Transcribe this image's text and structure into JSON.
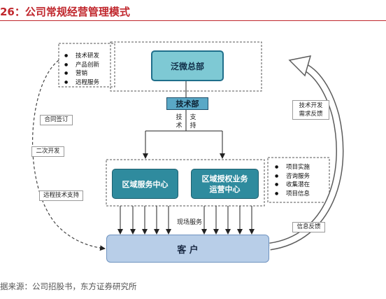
{
  "figure": {
    "title": "26：公司常规经营管理模式",
    "source": "据来源：公司招股书，东方证券研究所"
  },
  "nodes": {
    "hq": "泛微总部",
    "tech_dept": "技术部",
    "service_center": "区域服务中心",
    "ops_center_line1": "区域授权业务",
    "ops_center_line2": "运营中心",
    "client": "客 户"
  },
  "hq_functions": [
    "技术研发",
    "产品创新",
    "营销",
    "远程服务"
  ],
  "regional_functions": [
    "项目实施",
    "咨询服务",
    "收集潜在",
    "项目信息"
  ],
  "flow_labels": {
    "contract": "合同签订",
    "secondary_dev": "二次开发",
    "remote_support": "远程技术支持",
    "feedback_line1": "技术开发",
    "feedback_line2": "需求反馈",
    "info_feedback": "信息反馈",
    "tech_left": [
      "技",
      "术"
    ],
    "tech_right": [
      "支",
      "持"
    ],
    "onsite": "现场服务"
  }
}
